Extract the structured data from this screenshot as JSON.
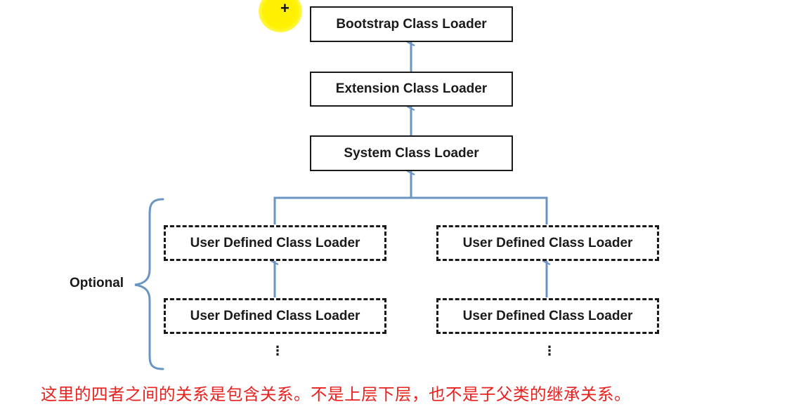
{
  "cursor": {
    "icon": "plus-cursor-icon",
    "symbol": "+",
    "highlight_color": "#fff200"
  },
  "diagram": {
    "bootstrap_label": "Bootstrap Class Loader",
    "extension_label": "Extension Class Loader",
    "system_label": "System Class Loader",
    "user_defined_left_top": "User Defined Class Loader",
    "user_defined_left_bottom": "User Defined Class Loader",
    "user_defined_right_top": "User Defined Class Loader",
    "user_defined_right_bottom": "User Defined Class Loader",
    "optional_label": "Optional",
    "ellipsis_left": "⋮",
    "ellipsis_right": "⋮",
    "arrow_color": "#6a94c2",
    "brace_color": "#6a94c2"
  },
  "caption": {
    "text": "这里的四者之间的关系是包含关系。不是上层下层，也不是子父类的继承关系。",
    "color": "#e8201e"
  }
}
